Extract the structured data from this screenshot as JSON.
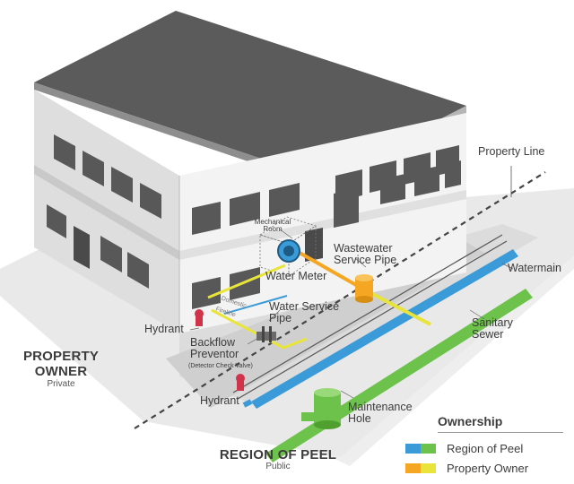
{
  "labels": {
    "property_line": "Property Line",
    "mechanical_room": "Mechanical Room",
    "wastewater_service_pipe": "Wastewater Service Pipe",
    "water_meter": "Water Meter",
    "watermain": "Watermain",
    "domestic": "Domestic",
    "fireline": "Fireline",
    "water_service_pipe": "Water Service Pipe",
    "hydrant_upper": "Hydrant",
    "backflow_preventer": "Backflow Preventor",
    "detector_check_valve": "(Detector Check Valve)",
    "sanitary_sewer": "Sanitary Sewer",
    "hydrant_lower": "Hydrant",
    "maintenance_hole": "Maintenance Hole"
  },
  "zones": {
    "property_owner_title": "PROPERTY OWNER",
    "property_owner_sub": "Private",
    "region_title": "REGION OF PEEL",
    "region_sub": "Public"
  },
  "legend": {
    "title": "Ownership",
    "items": [
      {
        "label": "Region of Peel",
        "colors": [
          "#3a9bd8",
          "#6cc24a"
        ]
      },
      {
        "label": "Property Owner",
        "colors": [
          "#f5a623",
          "#e8e43a"
        ]
      }
    ]
  },
  "colors": {
    "region_blue": "#3a9bd8",
    "region_green": "#6cc24a",
    "owner_orange": "#f5a623",
    "owner_yellow": "#e8e43a",
    "hydrant_red": "#d0344a"
  }
}
